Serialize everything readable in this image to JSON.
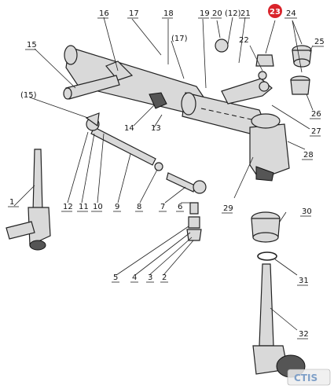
{
  "callouts": [
    {
      "id": "c1",
      "label": "1"
    },
    {
      "id": "c2",
      "label": "2"
    },
    {
      "id": "c3",
      "label": "3"
    },
    {
      "id": "c4",
      "label": "4"
    },
    {
      "id": "c5",
      "label": "5"
    },
    {
      "id": "c6",
      "label": "6"
    },
    {
      "id": "c7",
      "label": "7"
    },
    {
      "id": "c8",
      "label": "8"
    },
    {
      "id": "c9",
      "label": "9"
    },
    {
      "id": "c10",
      "label": "10"
    },
    {
      "id": "c11",
      "label": "11"
    },
    {
      "id": "c12",
      "label": "12"
    },
    {
      "id": "c13",
      "label": "13"
    },
    {
      "id": "c14",
      "label": "14"
    },
    {
      "id": "c15",
      "label": "15"
    },
    {
      "id": "c15b",
      "label": "(15)"
    },
    {
      "id": "c16",
      "label": "16"
    },
    {
      "id": "c17",
      "label": "17"
    },
    {
      "id": "c17b",
      "label": "(17)"
    },
    {
      "id": "c18",
      "label": "18"
    },
    {
      "id": "c19",
      "label": "19"
    },
    {
      "id": "c20",
      "label": "20"
    },
    {
      "id": "c12b",
      "label": "(12)"
    },
    {
      "id": "c21",
      "label": "21"
    },
    {
      "id": "c22",
      "label": "22"
    },
    {
      "id": "c23",
      "label": "23"
    },
    {
      "id": "c24",
      "label": "24"
    },
    {
      "id": "c25",
      "label": "25"
    },
    {
      "id": "c26",
      "label": "26"
    },
    {
      "id": "c27",
      "label": "27"
    },
    {
      "id": "c28",
      "label": "28"
    },
    {
      "id": "c29",
      "label": "29"
    },
    {
      "id": "c30",
      "label": "30"
    },
    {
      "id": "c31",
      "label": "31"
    },
    {
      "id": "c32",
      "label": "32"
    }
  ],
  "highlight_color": "#d9232a",
  "watermark_text": "CTIS"
}
